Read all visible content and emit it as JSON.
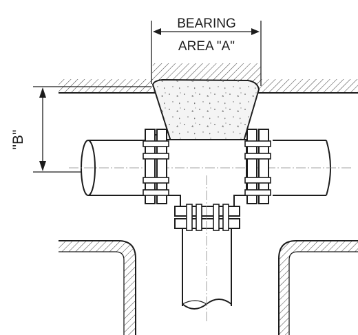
{
  "diagram": {
    "bearing_label_line1": "BEARING",
    "bearing_label_line2": "AREA \"A\"",
    "depth_label": "\"B\"",
    "colors": {
      "ink": "#1c1c1c",
      "hatch": "#4a4a4a",
      "concrete_fill": "#f4f4f4",
      "background": "#ffffff"
    }
  }
}
